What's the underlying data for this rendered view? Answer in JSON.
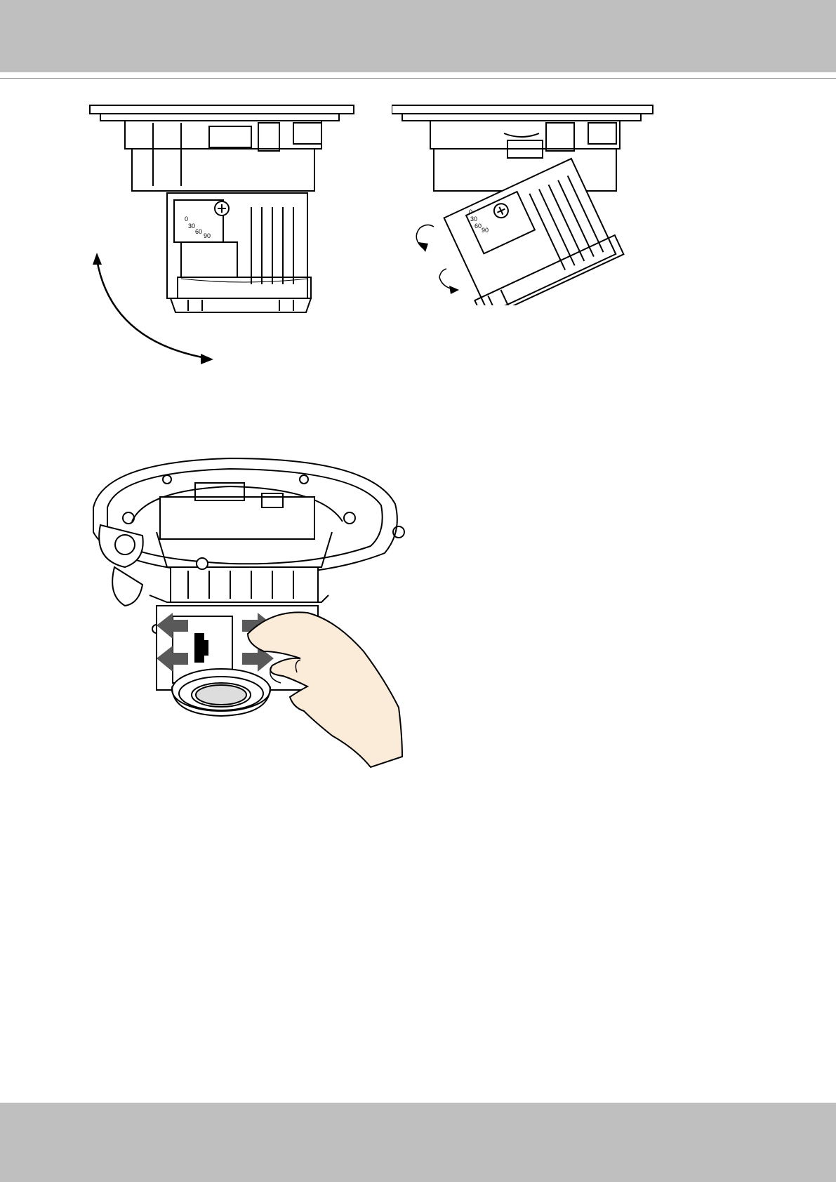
{
  "page": {
    "header_band": "",
    "footer_band": ""
  },
  "figures": {
    "dial_labels_left": [
      "0",
      "30",
      "60",
      "90"
    ],
    "dial_labels_right": [
      "0",
      "30",
      "60",
      "90"
    ]
  },
  "colors": {
    "band": "#bfbfbf",
    "rule": "#8c8c8c",
    "line_art": "#000000",
    "hand_fill": "#fbebd9",
    "guide_arrows": "#595959"
  }
}
